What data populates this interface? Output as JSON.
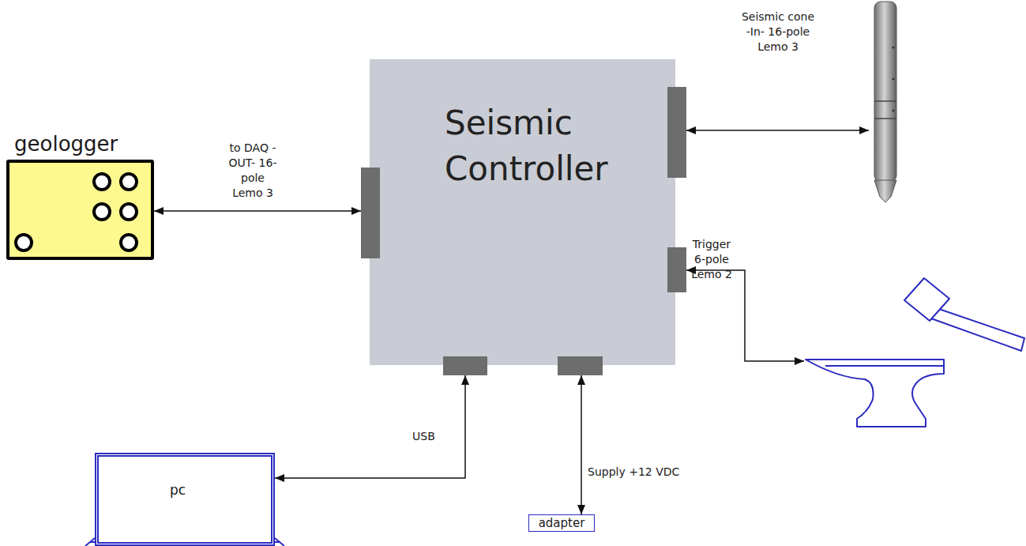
{
  "diagram": {
    "nodes": [
      {
        "text": [
          "geologger"
        ]
      },
      {
        "text": [
          "Seismic Controller"
        ]
      },
      {
        "text": [
          "pc"
        ]
      },
      {
        "text": [
          "adapter"
        ]
      }
    ],
    "edges": [
      {
        "from": 0,
        "to": 1,
        "arrow": "both",
        "label": "to DAQ -OUT- 16-pole Lemo 3"
      },
      {
        "from": 2,
        "to": 1,
        "arrow": "both",
        "label": "USB"
      },
      {
        "from": 3,
        "to": 1,
        "arrow": "both",
        "label": "Supply +12 VDC"
      }
    ],
    "labels": [
      "Seismic cone -In- 16-pole Lemo 3",
      "Trigger 6-pole Lemo 2"
    ]
  }
}
